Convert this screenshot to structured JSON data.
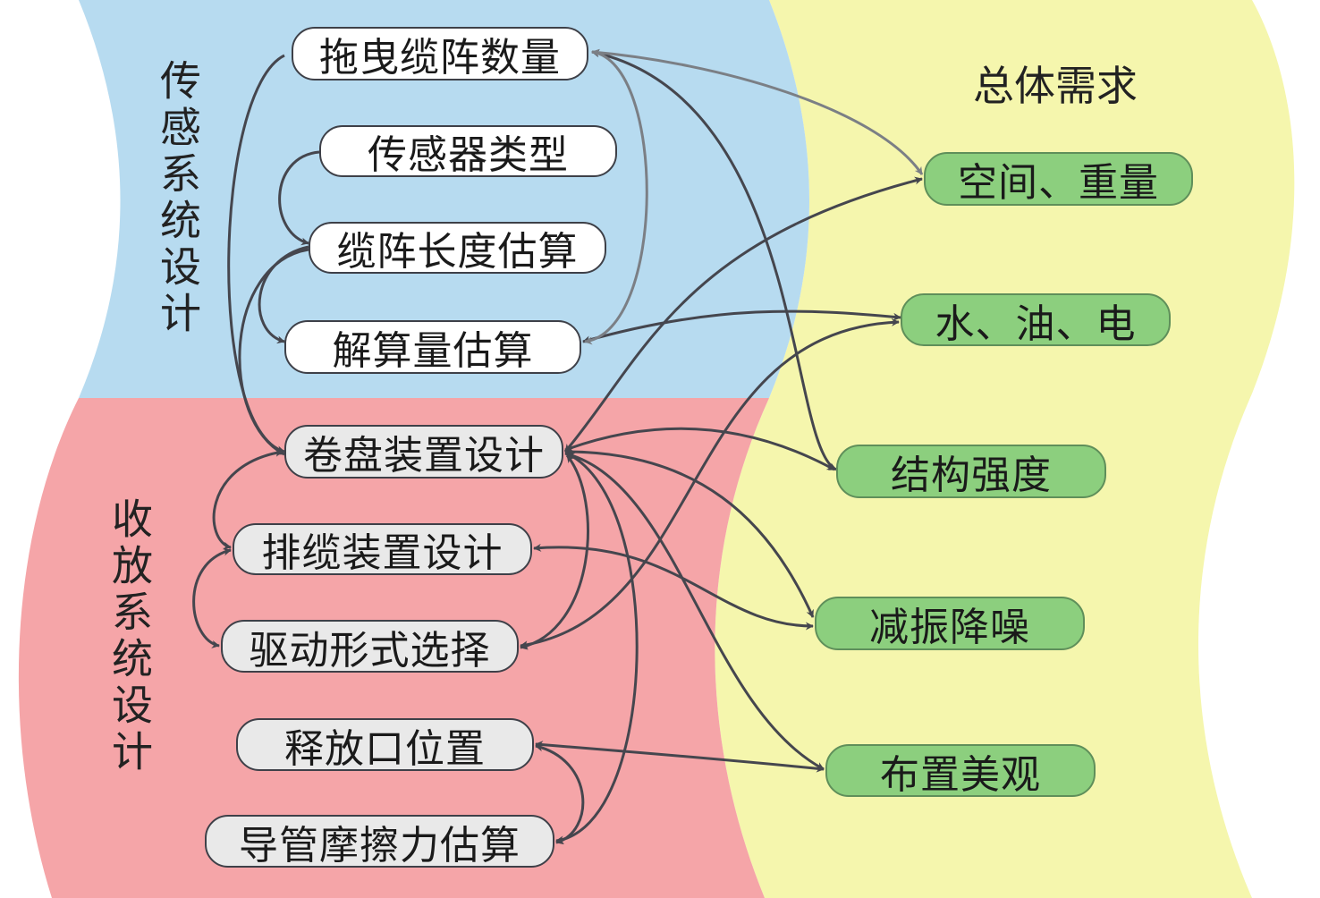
{
  "colors": {
    "sensing_bg": "#b7dbf0",
    "retract_bg": "#f5a5a8",
    "demand_bg": "#f5f6ad",
    "node_white": "#ffffff",
    "node_gray": "#e9e9e9",
    "node_green": "#8ccf7e",
    "edge": "#45464e",
    "edge_light": "#7b7f85"
  },
  "groups": {
    "sensing": {
      "label": "传感系统设计",
      "nodes": [
        "拖曳缆阵数量",
        "传感器类型",
        "缆阵长度估算",
        "解算量估算"
      ]
    },
    "retract": {
      "label": "收放系统设计",
      "nodes": [
        "卷盘装置设计",
        "排缆装置设计",
        "驱动形式选择",
        "释放口位置",
        "导管摩擦力估算"
      ]
    },
    "demand": {
      "label": "总体需求",
      "nodes": [
        "空间、重量",
        "水、油、电",
        "结构强度",
        "减振降噪",
        "布置美观"
      ]
    }
  }
}
